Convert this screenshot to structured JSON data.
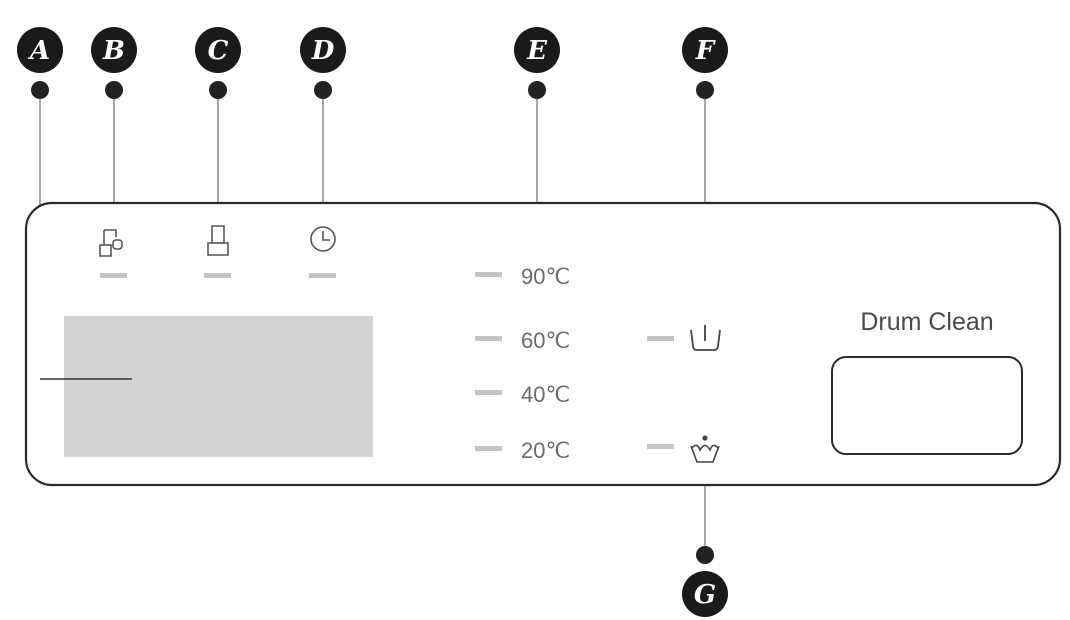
{
  "callouts": {
    "a": "A",
    "b": "B",
    "c": "C",
    "d": "D",
    "e": "E",
    "f": "F",
    "g": "G"
  },
  "icons": {
    "child_lock": "child-lock-icon",
    "door_lock": "door-lock-icon",
    "delay": "delay-clock-icon",
    "prewash": "prewash-basin-icon",
    "delicate": "delicate-crown-icon"
  },
  "temperatures": [
    "90℃",
    "60℃",
    "40℃",
    "20℃"
  ],
  "drum_clean": {
    "label": "Drum Clean"
  },
  "colors": {
    "indicator": "#c4c4c4",
    "display": "#d3d3d3",
    "ink": "#222222"
  }
}
